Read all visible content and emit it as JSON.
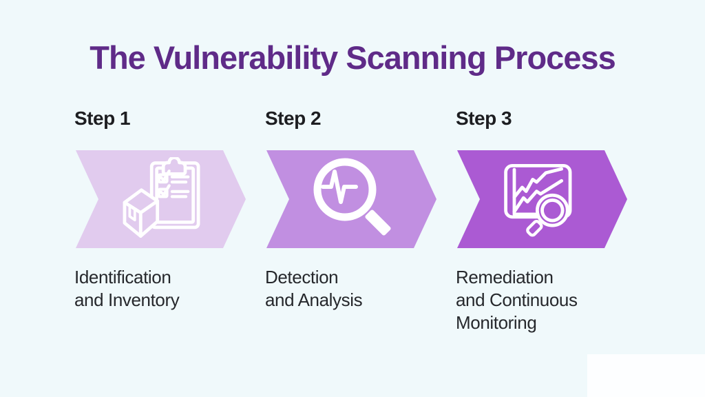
{
  "title": "The Vulnerability Scanning Process",
  "colors": {
    "background": "#f0f9fb",
    "title": "#5f2b88",
    "body_text": "#26282c",
    "icon_stroke": "#ffffff",
    "watermark_box": "#fdfeff"
  },
  "steps": [
    {
      "header": "Step 1",
      "caption": "Identification\nand Inventory",
      "icon": "clipboard-checklist-box-icon",
      "arrow_color": "#e1cbee"
    },
    {
      "header": "Step 2",
      "caption": "Detection\nand Analysis",
      "icon": "magnifier-pulse-icon",
      "arrow_color": "#c18fe1"
    },
    {
      "header": "Step 3",
      "caption": "Remediation\nand Continuous\nMonitoring",
      "icon": "chart-magnifier-icon",
      "arrow_color": "#ab5ad3"
    }
  ]
}
